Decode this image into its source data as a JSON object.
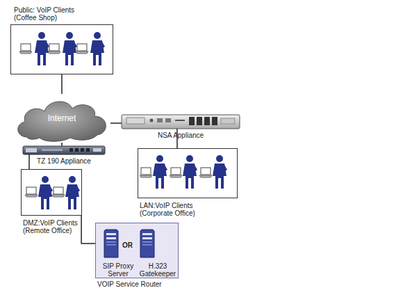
{
  "diagram": {
    "nodes": [
      {
        "text": [
          "Public: VoIP Clients (Coffee Shop)"
        ]
      },
      {
        "text": [
          "Internet"
        ]
      },
      {
        "text": [
          "NSA Appliance"
        ]
      },
      {
        "text": [
          "TZ 190 Appliance"
        ]
      },
      {
        "text": [
          "LAN:VoIP Clients (Corporate Office)"
        ]
      },
      {
        "text": [
          "DMZ:VoIP Clients (Remote Office)"
        ]
      },
      {
        "text": [
          "VOIP Service Router"
        ]
      },
      {
        "text": [
          "SIP Proxy Server"
        ],
        "in": 6
      },
      {
        "text": [
          "H.323 Gatekeeper"
        ],
        "in": 6
      }
    ],
    "edges": [
      {
        "from": 0,
        "to": 1,
        "arrow": "none"
      },
      {
        "from": 1,
        "to": 2,
        "arrow": "none"
      },
      {
        "from": 1,
        "to": 3,
        "arrow": "none"
      },
      {
        "from": 3,
        "to": 5,
        "arrow": "none"
      },
      {
        "from": 2,
        "to": 4,
        "arrow": "none"
      },
      {
        "from": 5,
        "to": 6,
        "arrow": "none"
      }
    ],
    "labels": [
      "OR"
    ]
  }
}
